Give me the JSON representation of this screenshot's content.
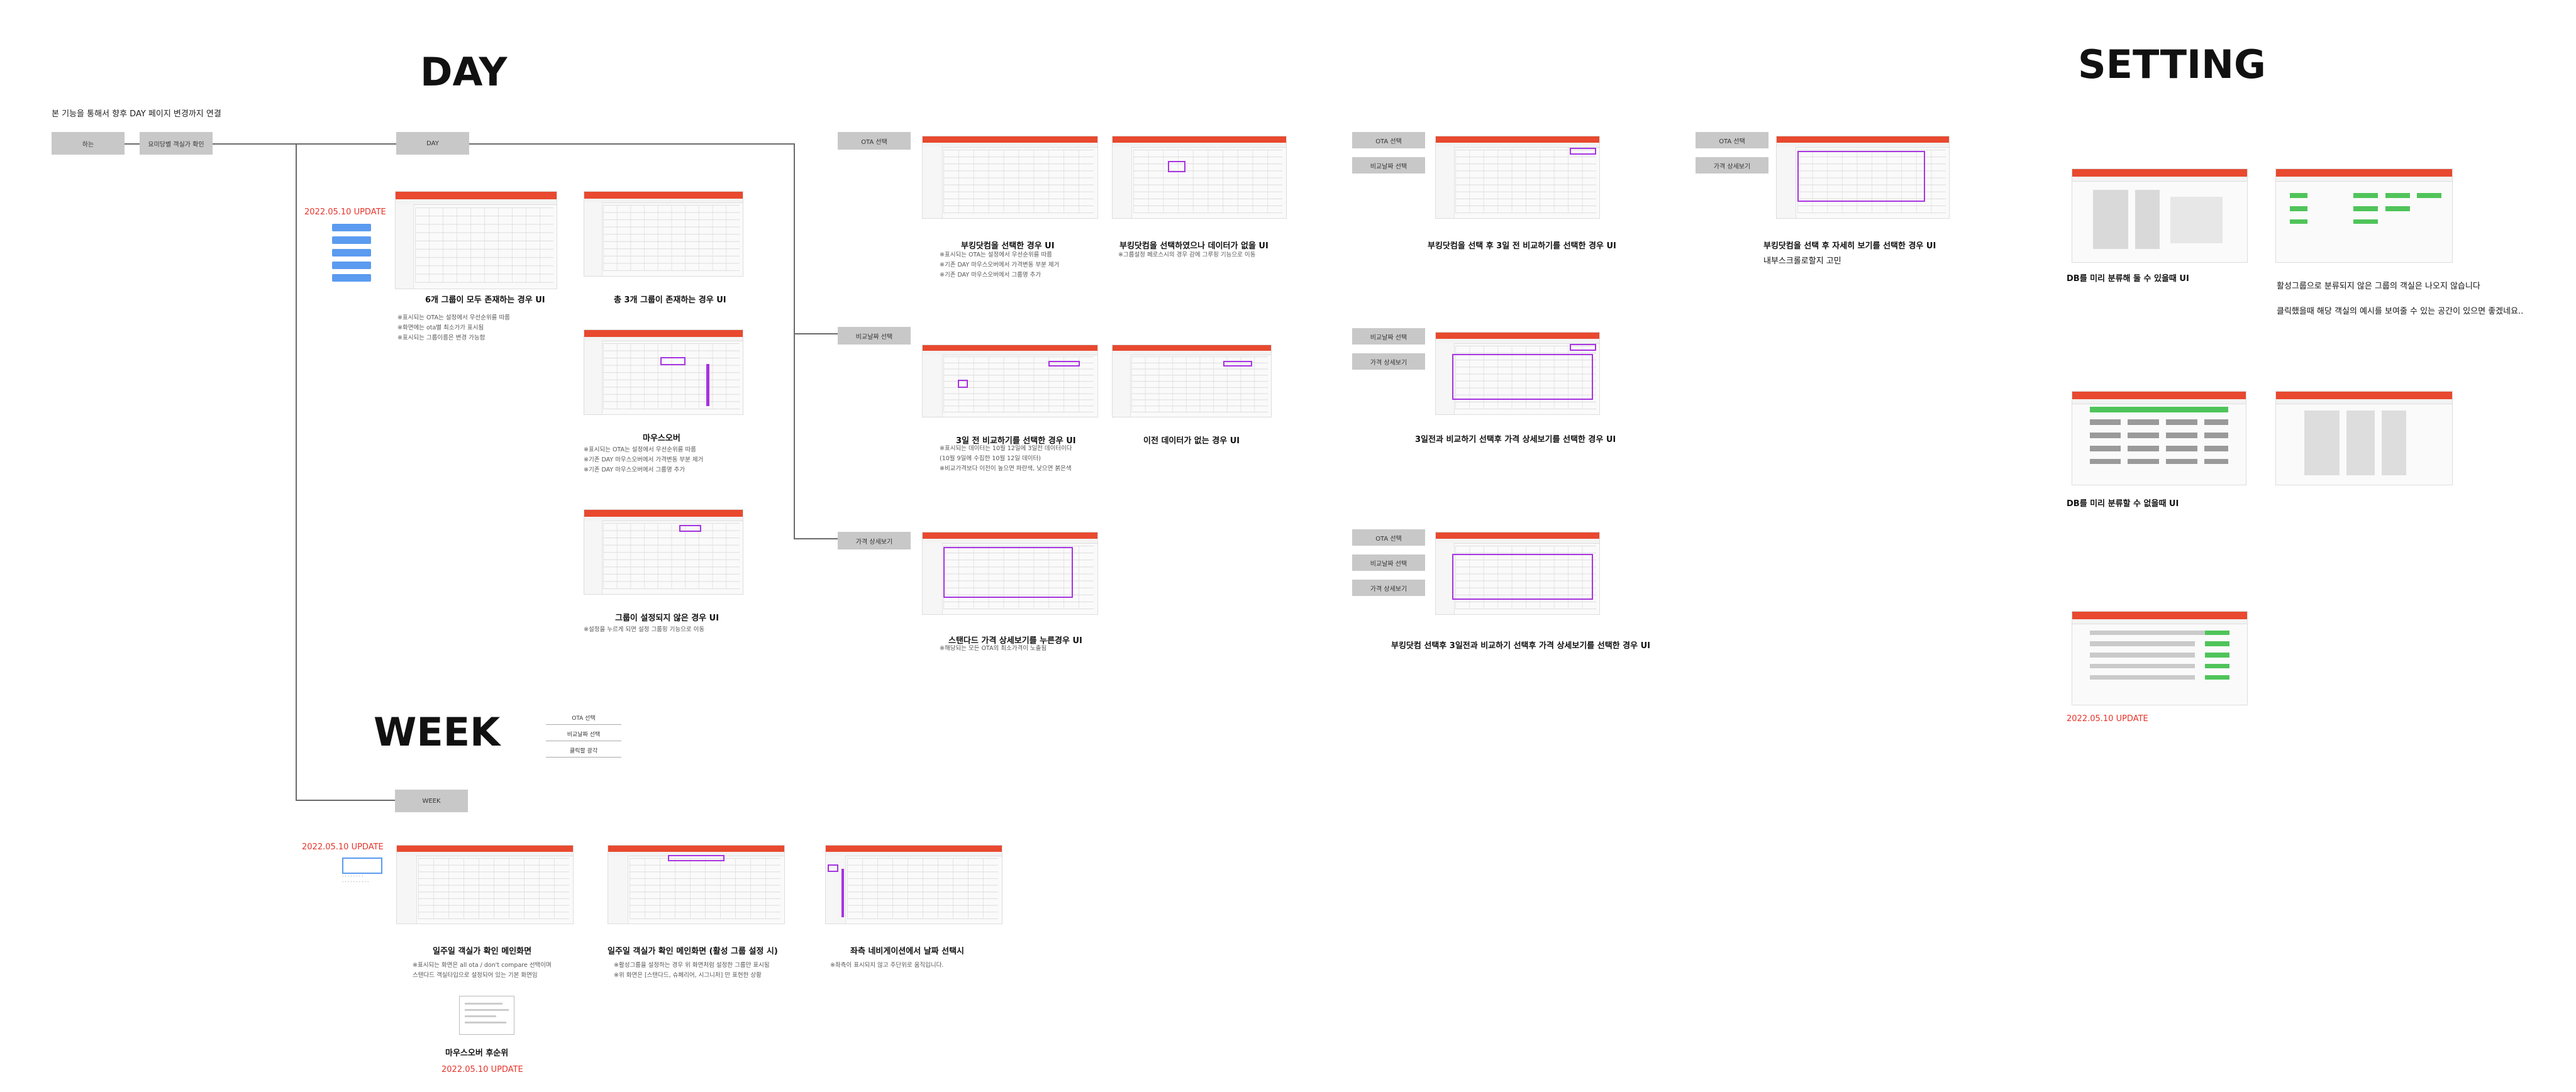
{
  "sections": {
    "day": "DAY",
    "week": "WEEK",
    "setting": "SETTING"
  },
  "intro": "본 기능을 통해서 향후 DAY 페이지 변경까지 연결",
  "nav_boxes": {
    "box1": "하는",
    "box2": "요미당별 객실가 확인",
    "day": "DAY",
    "week": "WEEK"
  },
  "branch_boxes": {
    "ota_select": "OTA 선택",
    "compare_date": "비교날짜 선택",
    "price_detail": "가격 상세보기"
  },
  "right_boxes": {
    "g1_a": "OTA 선택",
    "g1_b": "비교날짜 선택",
    "g2_a": "OTA 선택",
    "g2_b": "가격 상세보기",
    "g3_a": "비교날짜 선택",
    "g3_b": "가격 상세보기",
    "g4_a": "OTA 선택",
    "g4_b": "비교날짜 선택",
    "g4_c": "가격 상세보기"
  },
  "week_legend": [
    "OTA 선택",
    "비교날짜 선택",
    "클릭할 광각"
  ],
  "update_label": "2022.05.10 UPDATE",
  "day_captions": {
    "c1": "6개 그룹이 모두 존재하는 경우 UI",
    "c2": "총 3개 그룹이 존재하는 경우 UI",
    "c3": "마우스오버",
    "c4": "그룹이 설정되지 않은 경우 UI"
  },
  "day_notes": {
    "c1": [
      "※표시되는 OTA는 설정에서 우선순위를 따름",
      "※화면에는 ota별 최소가가 표시됨",
      "※표시되는 그룹이름은 변경 가능함"
    ],
    "c3": [
      "※표시되는 OTA는 설정에서 우선순위를 따름",
      "※기존 DAY 마우스오버에서 가격변동 부분 제거",
      "※기존 DAY 마우스오버에서 그룹명 추가"
    ],
    "c4": [
      "※설정을 누르게 되면 설정 그룹핑 기능으로 이동"
    ]
  },
  "ota_captions": {
    "c1": "부킹닷컴을 선택한 경우 UI",
    "c2": "부킹닷컴을 선택하였으나 데이터가 없을 UI",
    "c3": "3일 전 비교하기를 선택한 경우 UI",
    "c4": "이전 데이터가 없는 경우 UI",
    "c5": "스탠다드 가격 상세보기를 누른경우 UI"
  },
  "ota_notes": {
    "c1": [
      "※표시되는 OTA는 설정에서 우선순위를 따름",
      "※기존 DAY 마우스오버에서 가격변동 부분 제거",
      "※기존 DAY 마우스오버에서 그룹명 추가"
    ],
    "c2": [
      "※그룹설정 페로스시의 경우 감에 그루핑 기능으로 이동"
    ],
    "c3": [
      "※표시되는 데이터는 10월 12일에 3일전 데이터이다",
      "  (10월 9일에 수집한 10월 12일 데이터)",
      "※비교가격보다 이전이 높으면 파란색, 낮으면 붉은색"
    ],
    "c5": [
      "※해당되는 모든 OTA의 최소가격이 노출됨"
    ]
  },
  "right_captions": {
    "c1": "부킹닷컴을 선택 후 3일 전 비교하기를 선택한 경우 UI",
    "c2": "부킹닷컴을 선택 후 자세히 보기를 선택한 경우 UI",
    "c2b": "내부스크롤로할지 고민",
    "c3": "3일전과 비교하기 선택후 가격 상세보기를 선택한 경우 UI",
    "c4": "부킹닷컴 선택후 3일전과 비교하기 선택후 가격 상세보기를 선택한 경우 UI"
  },
  "week_captions": {
    "c1": "일주일 객실가 확인 메인화면",
    "c2": "일주일 객실가 확인 메인화면 (활성 그룹 설정 시)",
    "c3": "좌측 네비게이션에서 날짜 선택시",
    "c4": "마우스오버 후순위"
  },
  "week_notes": {
    "c1": [
      "※표시되는 화면은 all ota / don't compare 선택이며",
      "스탠다드 객실타입으로 설정되어 있는 기본 화면임"
    ],
    "c2": [
      "※활성그룹을 설정하는 경우 위 화면처럼 설정한 그룹만 표시됨",
      "※위 화면은 [스탠다드, 슈페리어, 시그니처] 만 표현한 상황"
    ],
    "c3": [
      "※좌측이 표시되지 않고 주단위로 움직입니다."
    ]
  },
  "setting_captions": {
    "c1": "DB를 미리 분류해 둘 수 있을때 UI",
    "c2": "활성그룹으로 분류되지 않은 그룹의 객실은 나오지 않습니다",
    "c2b": "클릭했을때 해당 객실의 예시를 보여줄 수 있는 공간이 있으면 좋겠네요..",
    "c3": "DB를 미리 분류할 수 없을때 UI"
  },
  "colors": {
    "brand": "#e8492f",
    "highlight": "#a733e0",
    "update": "#e8332a",
    "active": "#4fc45a"
  }
}
